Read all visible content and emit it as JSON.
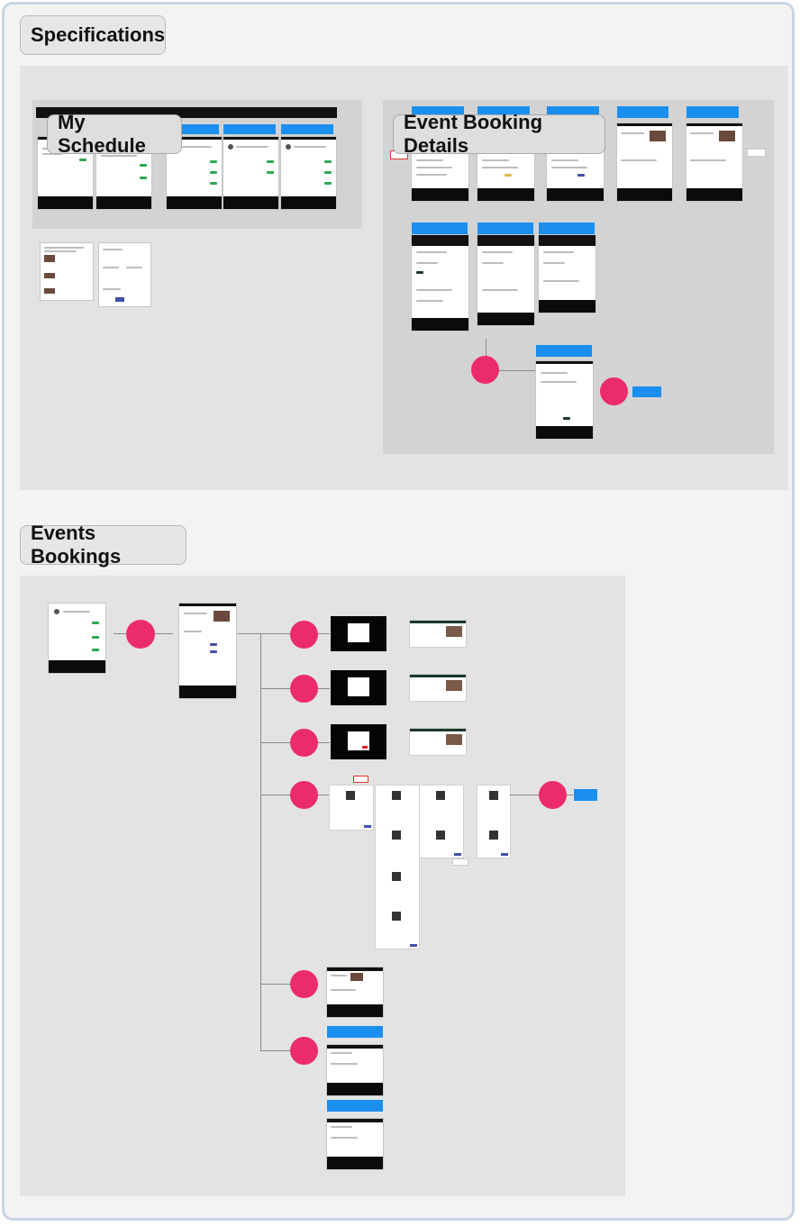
{
  "sections": {
    "specifications": "Specifications",
    "events_bookings": "Events Bookings"
  },
  "frames": {
    "my_schedule": "My Schedule",
    "event_booking_details": "Event Booking Details"
  },
  "colors": {
    "blue": "#1b8ff0",
    "pink": "#ec2b6f",
    "board_border": "#c9d5e6"
  }
}
